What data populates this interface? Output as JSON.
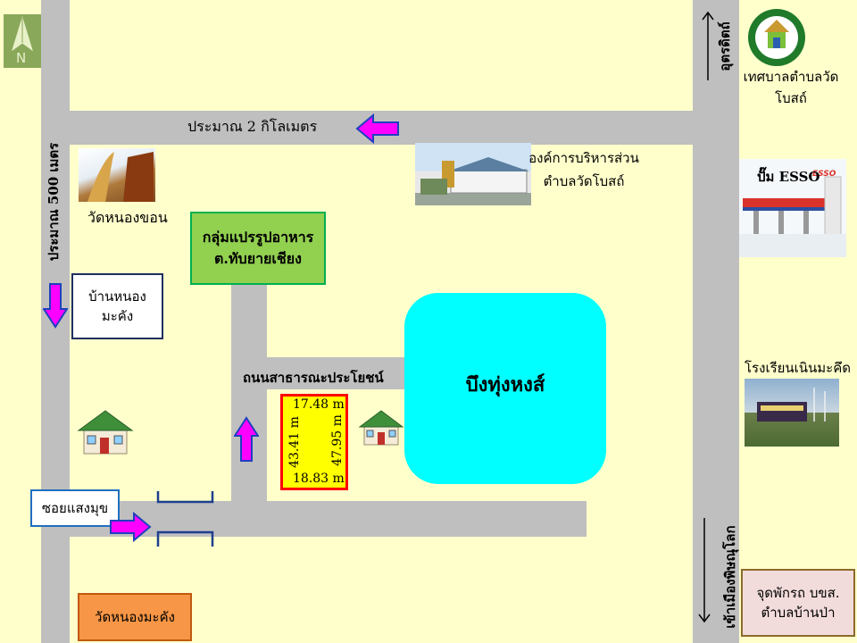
{
  "map": {
    "road_labels": {
      "top_road": "ประมาณ 2 กิโลเมตร",
      "left_road": "ประมาณ 500 เมตร",
      "public_road": "ถนนสาธารณะประโยชน์",
      "right_top": "อุตรดิตถ์",
      "right_bottom": "เข้าเมืองพิษณุโลก"
    },
    "places": {
      "wat_nong_khon": "วัดหนองขอน",
      "food_group_line1": "กลุ่มแปรรูปอาหาร",
      "food_group_line2": "ต.ทับยายเชียง",
      "ban_nong_line1": "บ้านหนอง",
      "ban_nong_line2": "มะคัง",
      "obt_line1": "องค์การบริหารส่วน",
      "obt_line2": "ตำบลวัดโบสถ์",
      "municipality_line1": "เทศบาลตำบลวัด",
      "municipality_line2": "โบสถ์",
      "esso": "ปั๊ม ESSO",
      "school": "โรงเรียนเนินมะคึด",
      "lake": "บึงทุ่งหงส์",
      "soi": "ซอยแสงมุข",
      "wat_nong_makhang": "วัดหนองมะคัง",
      "rest_stop_line1": "จุดพักรถ บขส.",
      "rest_stop_line2": "ตำบลบ้านป่า"
    },
    "plot": {
      "top": "17.48 m",
      "bottom": "18.83 m",
      "left": "43.41 m",
      "right": "47.95 m"
    },
    "north_label": "N",
    "esso_sign": "ESSO",
    "colors": {
      "background": "#ffffcc",
      "road": "#bfbfbf",
      "arrow": "#ff00ff",
      "lake": "#00ffff",
      "plot_fill": "#ffff00",
      "plot_border": "#ff0000",
      "food_group": "#92d050",
      "wat_nong_makhang_box": "#f79646",
      "rest_stop_box": "#f2dcdb"
    },
    "icons": [
      "north-arrow-icon",
      "house-icon",
      "left-arrow-icon",
      "down-arrow-icon",
      "up-arrow-icon",
      "right-arrow-icon"
    ]
  }
}
